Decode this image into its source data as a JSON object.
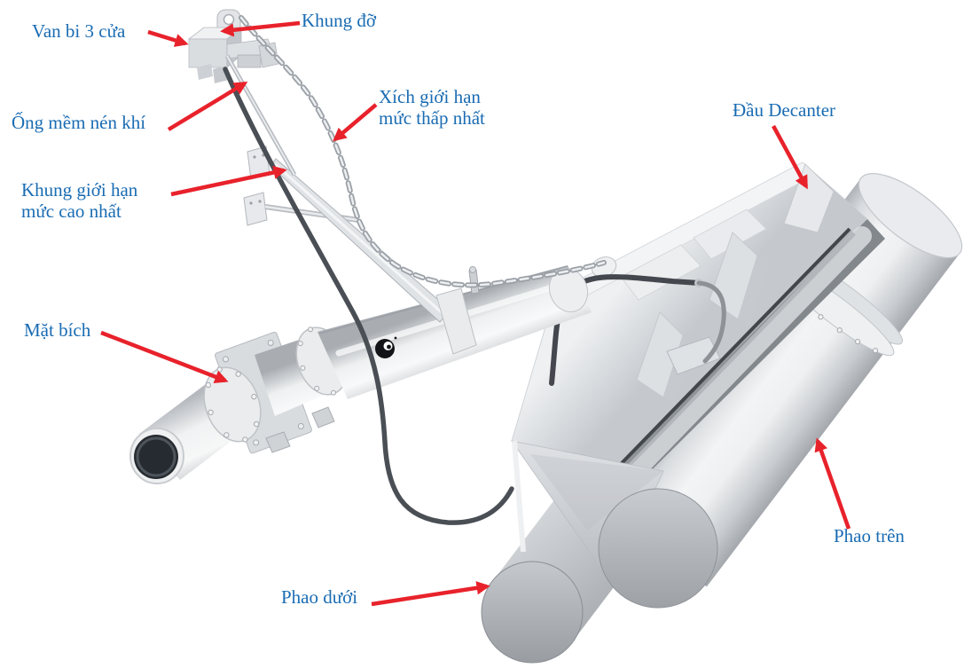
{
  "diagram": {
    "background": "#ffffff",
    "label_color": "#1a6cb3",
    "arrow_color": "#e8222b",
    "subject": "Decanter"
  },
  "annotations": [
    {
      "id": "van-bi-3-cua",
      "text": "Van bi 3 cửa"
    },
    {
      "id": "khung-do",
      "text": "Khung đỡ"
    },
    {
      "id": "ong-mem-nen-khi",
      "text": "Ống mềm nén khí"
    },
    {
      "id": "xich-gioi-han-muc-thap-nhat",
      "text": "Xích giới hạn\nmức thấp nhất"
    },
    {
      "id": "khung-gioi-han-muc-cao-nhat",
      "text": "Khung giới hạn\nmức cao nhất"
    },
    {
      "id": "dau-decanter",
      "text": "Đầu Decanter"
    },
    {
      "id": "mat-bich",
      "text": "Mặt bích"
    },
    {
      "id": "phao-tren",
      "text": "Phao trên"
    },
    {
      "id": "phao-duoi",
      "text": "Phao dưới"
    }
  ]
}
